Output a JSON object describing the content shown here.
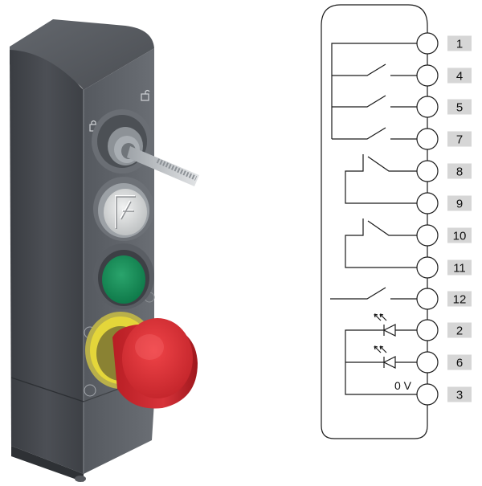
{
  "device": {
    "buttons": [
      {
        "kind": "key-switch",
        "key": true
      },
      {
        "kind": "pushbutton",
        "symbol": "door-symbol",
        "color": "#d4d6d6"
      },
      {
        "kind": "pushbutton",
        "color": "#17915c"
      },
      {
        "kind": "emergency-stop",
        "color": "#dc2f33",
        "ring_color": "#e7d83a"
      }
    ],
    "icons": [
      "padlock-locked-icon",
      "padlock-unlocked-icon"
    ],
    "colors": {
      "housing": "#4a4d52",
      "housing_dark": "#35383c"
    }
  },
  "schematic": {
    "terminals": [
      "1",
      "4",
      "5",
      "7",
      "8",
      "9",
      "10",
      "11",
      "12",
      "2",
      "6",
      "3"
    ],
    "zero_volt_label": "0 V",
    "colors": {
      "line": "#1a1a1a",
      "label_bg": "#d6d6d6"
    }
  }
}
